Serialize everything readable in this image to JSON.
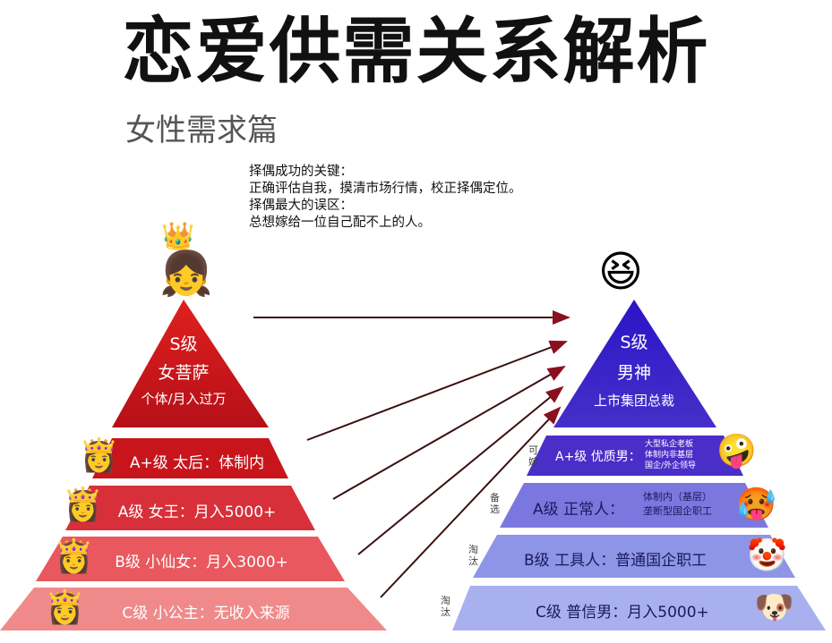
{
  "title": "恋爱供需关系解析",
  "subtitle": "女性需求篇",
  "notes": [
    "择偶成功的关键：",
    "正确评估自我，摸清市场行情，校正择偶定位。",
    "择偶最大的误区：",
    "总想嫁给一位自己配不上的人。"
  ],
  "female": {
    "s": {
      "level": "S级",
      "name": "女菩萨",
      "desc": "个体/月入过万"
    },
    "tiers": [
      {
        "text": "A+级  太后：体制内"
      },
      {
        "text": "A级  女王：月入5000+"
      },
      {
        "text": "B级  小仙女：月入3000+"
      },
      {
        "text": "C级  小公主：无收入来源"
      }
    ]
  },
  "male": {
    "s": {
      "level": "S级",
      "name": "男神",
      "desc": "上市集团总裁"
    },
    "tiers": [
      {
        "text": "A+级 优质男：",
        "detail": [
          "大型私企老板",
          "体制内非基层",
          "国企/外企领导"
        ],
        "side": "可嫁"
      },
      {
        "text": "A级 正常人：",
        "detail": [
          "体制内（基层）",
          "垄断型国企职工"
        ],
        "side": "备选"
      },
      {
        "text": "B级 工具人：普通国企职工",
        "side": "淘汰"
      },
      {
        "text": "C级 普信男：月入5000+",
        "side": "淘汰"
      }
    ]
  },
  "colors": {
    "female_dark": "#c0151c",
    "female_light": "#f08080",
    "male_dark": "#3a1fc0",
    "male_light": "#a8b0ee"
  }
}
